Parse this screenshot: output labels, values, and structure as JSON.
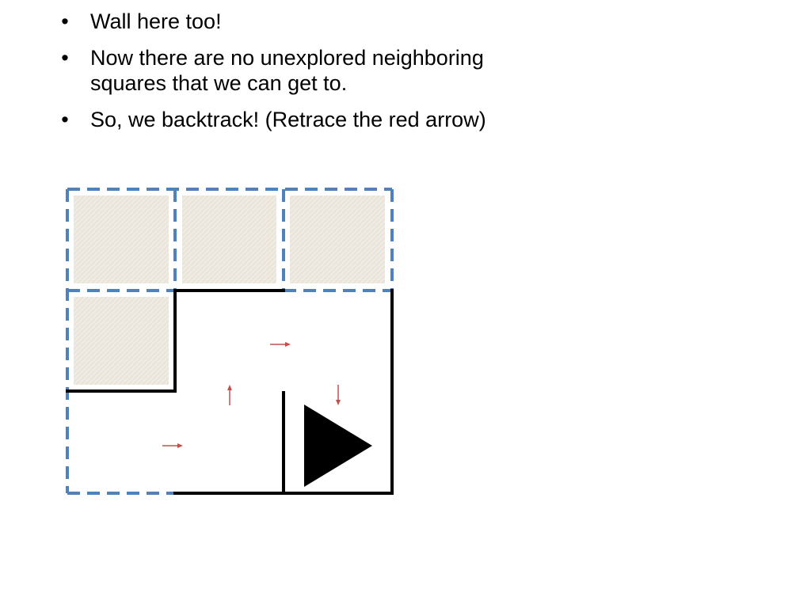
{
  "bullets": [
    {
      "text": "Wall here too!"
    },
    {
      "text": "Now there are no unexplored neighboring squares that we can get to."
    },
    {
      "text": "So, we backtrack! (Retrace the red arrow)"
    }
  ],
  "bullet_symbol": "•",
  "maze": {
    "explored_cells": [
      "row1-col1",
      "row1-col2",
      "row1-col3",
      "row2-col1"
    ],
    "player_direction": "right",
    "backtrack_path": [
      "up",
      "right",
      "down"
    ],
    "colors": {
      "dashed_border": "#4f81bd",
      "wall": "#000000",
      "explored_fill": "#efebe3",
      "arrow": "#c0504d",
      "player": "#000000"
    }
  }
}
